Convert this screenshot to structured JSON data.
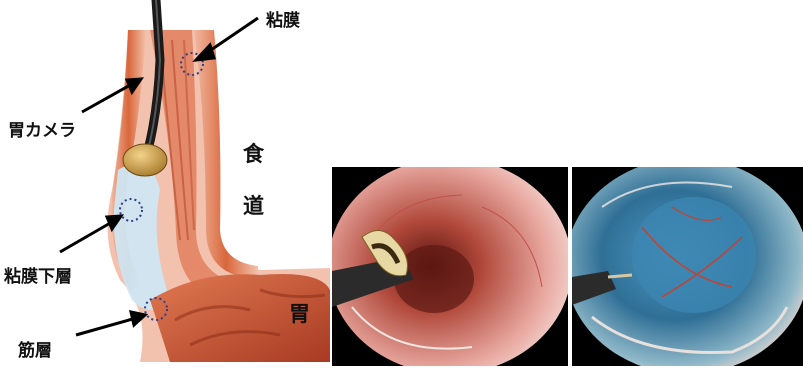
{
  "labels": {
    "mucosa": "粘膜",
    "gastroscope": "胃カメラ",
    "esophagus": "食\n道",
    "submucosa": "粘膜下層",
    "muscle": "筋層",
    "stomach": "胃"
  },
  "colors": {
    "background": "#ffffff",
    "photo_frame": "#000000",
    "tissue_pink": "#e8a48a",
    "muscle_orange": "#d9673b",
    "submucosa_blue": "#cfe6f2",
    "stomach_red": "#c24a2c",
    "injection_blue": "#3f86b0",
    "arrow": "#000000"
  },
  "photos": [
    {
      "name": "endoscopic-view-mucosal-incision"
    },
    {
      "name": "endoscopic-view-submucosal-dissection"
    }
  ]
}
